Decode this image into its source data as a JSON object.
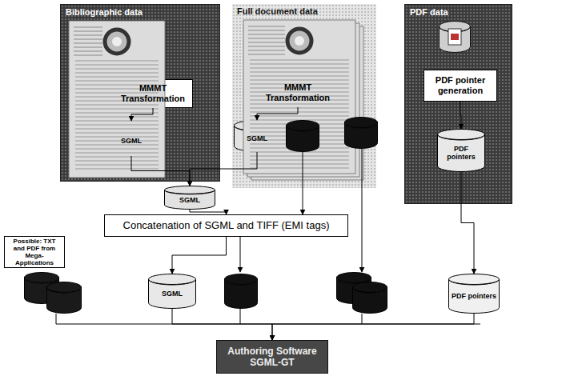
{
  "diagram": {
    "nodes": [
      {
        "text": [
          "Bibliographic data"
        ]
      },
      {
        "text": [
          "MMMT Transformation"
        ],
        "in": 0
      },
      {
        "text": [
          "SGML"
        ],
        "in": 0
      },
      {
        "text": [
          "Full document data"
        ]
      },
      {
        "text": [
          "MMMT Transformation"
        ],
        "in": 3
      },
      {
        "text": [
          "SGML"
        ],
        "in": 3
      },
      {
        "text": [
          "PDF data"
        ]
      },
      {
        "text": [
          "PDF pointer generation"
        ],
        "in": 6
      },
      {
        "text": [
          "PDF pointers"
        ],
        "in": 6
      },
      {
        "text": [
          "SGML"
        ]
      },
      {
        "text": [
          "Concatenation of SGML and TIFF (EMI tags)"
        ]
      },
      {
        "text": [
          "Possible: TXT and PDF from Mega-Applications"
        ]
      },
      {
        "text": [
          "SGML"
        ]
      },
      {
        "text": [
          "PDF pointers"
        ]
      },
      {
        "text": [
          "Authoring Software SGML-GT"
        ]
      }
    ],
    "edges": [
      {
        "from": 1,
        "to": 2,
        "arrow": "to"
      },
      {
        "from": 4,
        "to": 5,
        "arrow": "to"
      },
      {
        "from": 7,
        "to": 8,
        "arrow": "to"
      },
      {
        "from": 2,
        "to": 9,
        "arrow": "to"
      },
      {
        "from": 5,
        "to": 9,
        "arrow": "to"
      },
      {
        "from": 9,
        "to": 10,
        "arrow": "to"
      },
      {
        "from": 10,
        "to": 12,
        "arrow": "to"
      },
      {
        "from": 8,
        "to": 13,
        "arrow": "to"
      },
      {
        "from": 12,
        "to": 14,
        "arrow": "to"
      },
      {
        "from": 13,
        "to": 14,
        "arrow": "to"
      }
    ]
  }
}
